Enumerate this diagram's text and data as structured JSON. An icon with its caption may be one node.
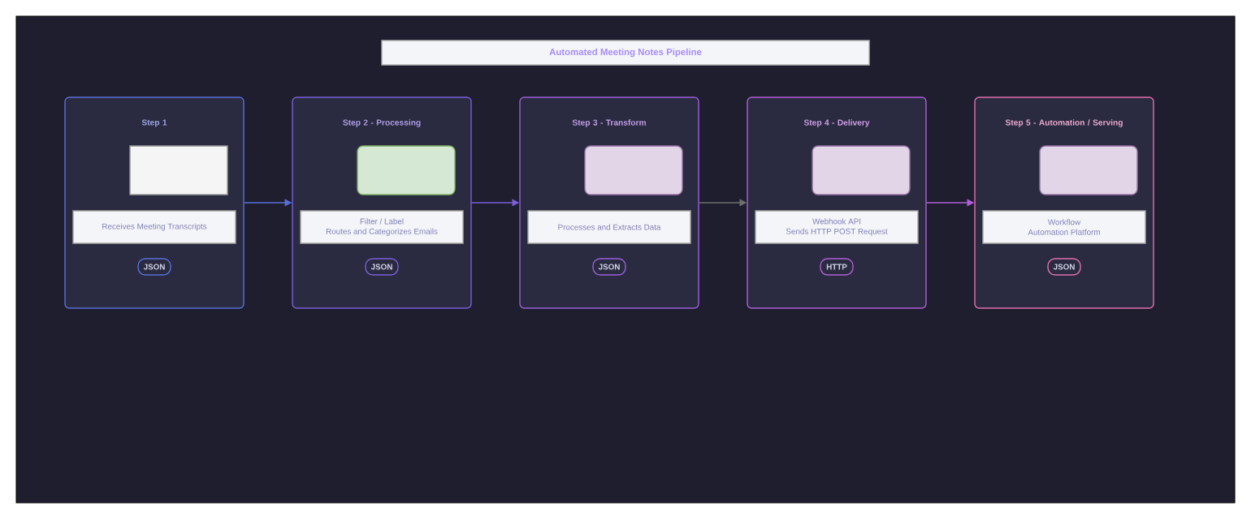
{
  "diagram": {
    "title": "Automated Meeting Notes Pipeline",
    "nodes": [
      {
        "text": [
          "Step 1"
        ]
      },
      {
        "text": [],
        "shape": "box",
        "in": 0
      },
      {
        "text": [
          "Receives Meeting Transcripts"
        ],
        "in": 0
      },
      {
        "text": [
          "JSON"
        ],
        "in": 0
      },
      {
        "text": [
          "Step 2 - Processing"
        ]
      },
      {
        "text": [],
        "shape": "box",
        "in": 4
      },
      {
        "text": [
          "Filter / Label",
          "Routes and Categorizes Emails"
        ],
        "in": 4
      },
      {
        "text": [
          "JSON"
        ],
        "in": 4
      },
      {
        "text": [
          "Step 3 - Transform"
        ]
      },
      {
        "text": [],
        "shape": "box",
        "in": 8
      },
      {
        "text": [
          "Processes and Extracts Data"
        ],
        "in": 8
      },
      {
        "text": [
          "JSON"
        ],
        "in": 8
      },
      {
        "text": [
          "Step 4 - Delivery"
        ]
      },
      {
        "text": [],
        "shape": "box",
        "in": 12
      },
      {
        "text": [
          "Webhook API",
          "Sends HTTP POST Request"
        ],
        "in": 12
      },
      {
        "text": [
          "HTTP"
        ],
        "in": 12
      },
      {
        "text": [
          "Step 5 - Automation / Serving"
        ]
      },
      {
        "text": [],
        "shape": "box",
        "in": 16
      },
      {
        "text": [
          "Workflow",
          "Automation Platform"
        ],
        "in": 16
      },
      {
        "text": [
          "JSON"
        ],
        "in": 16
      }
    ],
    "edges": [
      {
        "from": 0,
        "to": 4,
        "arrow": "to",
        "color": "#5a6fd8"
      },
      {
        "from": 4,
        "to": 8,
        "arrow": "to",
        "color": "#7a5fd8"
      },
      {
        "from": 8,
        "to": 12,
        "arrow": "to",
        "color": "#707070"
      },
      {
        "from": 12,
        "to": 16,
        "arrow": "to",
        "color": "#b05fd8"
      }
    ]
  }
}
